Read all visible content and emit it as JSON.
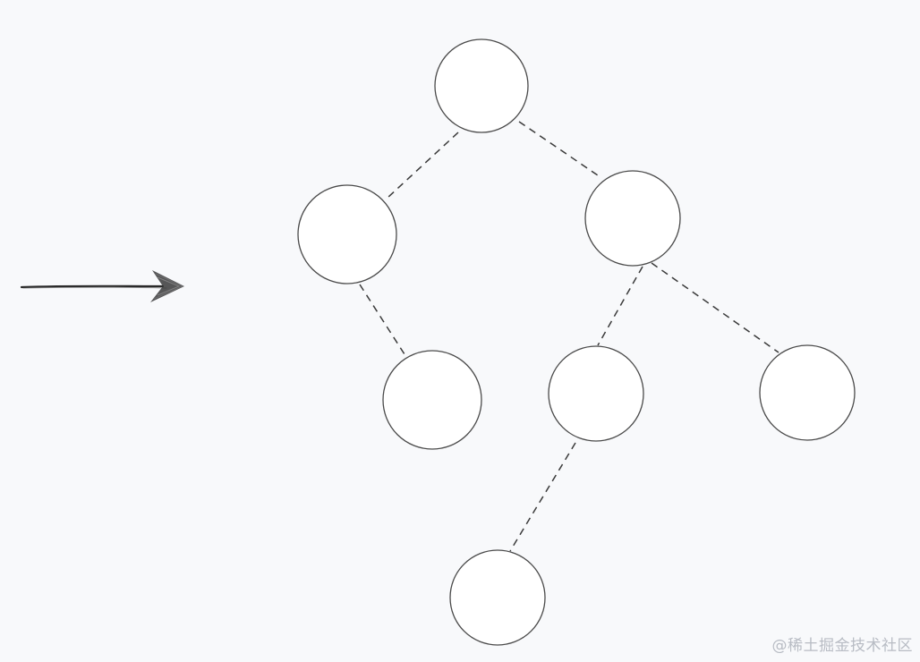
{
  "watermark": {
    "text": "@稀土掘金技术社区"
  },
  "colors": {
    "background": "#f8f9fb",
    "node_stroke": "#4a4a4a",
    "edge_stroke": "#3a3a3a",
    "arrow": "#2a2a2a",
    "watermark": "#b8bcc4"
  },
  "tree": {
    "nodes": [
      {
        "id": "root"
      },
      {
        "id": "left-child"
      },
      {
        "id": "right-child"
      },
      {
        "id": "left-right-grandchild"
      },
      {
        "id": "right-left-grandchild"
      },
      {
        "id": "right-right-grandchild"
      },
      {
        "id": "right-left-left-great-grandchild"
      }
    ],
    "edges": [
      {
        "from": "root",
        "to": "left-child"
      },
      {
        "from": "root",
        "to": "right-child"
      },
      {
        "from": "left-child",
        "to": "left-right-grandchild"
      },
      {
        "from": "right-child",
        "to": "right-left-grandchild"
      },
      {
        "from": "right-child",
        "to": "right-right-grandchild"
      },
      {
        "from": "right-left-grandchild",
        "to": "right-left-left-great-grandchild"
      }
    ]
  },
  "icons": {
    "pointer": "right-arrow-icon"
  }
}
